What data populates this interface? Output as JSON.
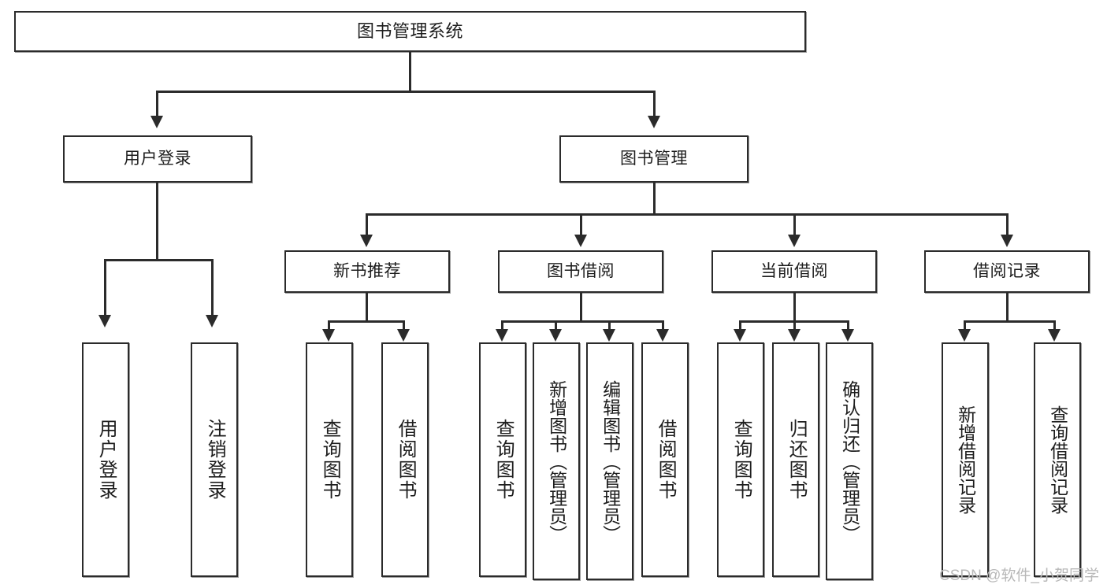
{
  "diagram": {
    "title": "图书管理系统",
    "root": {
      "label": "图书管理系统"
    },
    "level1": [
      {
        "label": "用户登录"
      },
      {
        "label": "图书管理"
      }
    ],
    "level2": [
      {
        "label": "新书推荐"
      },
      {
        "label": "图书借阅"
      },
      {
        "label": "当前借阅"
      },
      {
        "label": "借阅记录"
      }
    ],
    "leaves": [
      {
        "label": "用户登录",
        "parent": "用户登录"
      },
      {
        "label": "注销登录",
        "parent": "用户登录"
      },
      {
        "label": "查询图书",
        "parent": "新书推荐"
      },
      {
        "label": "借阅图书",
        "parent": "新书推荐"
      },
      {
        "label": "查询图书",
        "parent": "图书借阅"
      },
      {
        "label": "新增图书（管理员）",
        "parent": "图书借阅"
      },
      {
        "label": "编辑图书（管理员）",
        "parent": "图书借阅"
      },
      {
        "label": "借阅图书",
        "parent": "图书借阅"
      },
      {
        "label": "查询图书",
        "parent": "当前借阅"
      },
      {
        "label": "归还图书",
        "parent": "当前借阅"
      },
      {
        "label": "确认归还（管理员）",
        "parent": "当前借阅"
      },
      {
        "label": "新增借阅记录",
        "parent": "借阅记录"
      },
      {
        "label": "查询借阅记录",
        "parent": "借阅记录"
      }
    ]
  },
  "watermark": {
    "text": "CSDN @软件_小贺同学"
  },
  "colors": {
    "border": "#2b2b2b",
    "background": "#ffffff",
    "text": "#1d1d1d",
    "watermark": "#b8b8b8"
  }
}
